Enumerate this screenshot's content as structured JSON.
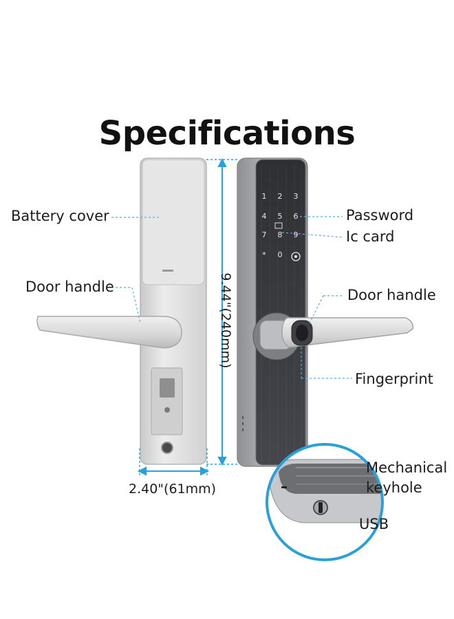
{
  "title": "Specifications",
  "labels": {
    "battery_cover": "Battery cover",
    "door_handle_left": "Door handle",
    "password": "Password",
    "ic_card": "Ic card",
    "door_handle_right": "Door handle",
    "fingerprint": "Fingerprint",
    "mechanical_keyhole": "Mechanical\nkeyhole",
    "usb": "USB"
  },
  "dimensions": {
    "height": "9.44\"(240mm)",
    "width": "2.40\"(61mm)"
  },
  "keypad": [
    "1",
    "2",
    "3",
    "4",
    "5",
    "6",
    "7",
    "8",
    "9",
    "*",
    "0",
    ""
  ],
  "colors": {
    "accent": "#2aa0d8",
    "leader": "#5aaee0",
    "body_silver": "#dcdcdc",
    "panel_dark": "#3a3a3e"
  }
}
